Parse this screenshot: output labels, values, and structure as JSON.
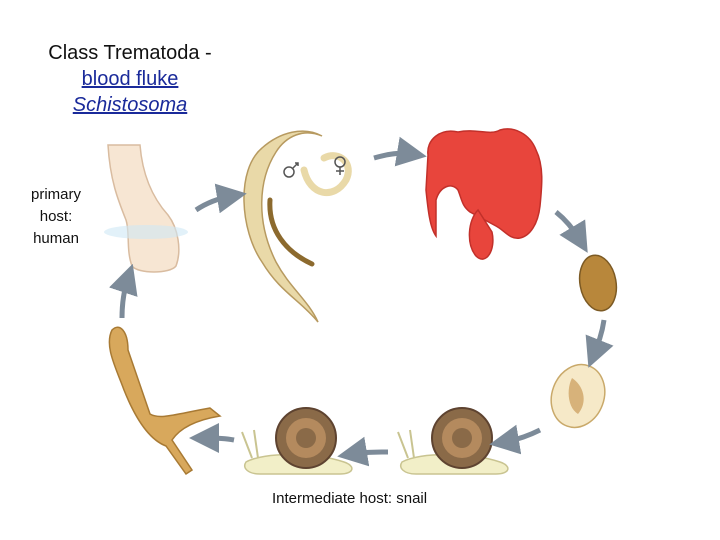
{
  "title": {
    "line1": "Class Trematoda -",
    "line2": "blood fluke",
    "line3": "Schistosoma"
  },
  "labels": {
    "primary_host": [
      "primary",
      "host:",
      "human"
    ],
    "intermediate_host": "Intermediate host: snail"
  },
  "colors": {
    "arrow": "#7d8b99",
    "intestine": "#e8453c",
    "worm": "#e9d9a8",
    "snail_shell": "#8a6a48",
    "snail_body": "#f2efc8",
    "egg": "#b8873b"
  },
  "icons": [
    "foot-icon",
    "adult-worms-icon",
    "intestine-icon",
    "egg-icon",
    "miracidium-egg-icon",
    "snail-icon",
    "cercaria-icon",
    "male-symbol-icon",
    "female-symbol-icon"
  ]
}
